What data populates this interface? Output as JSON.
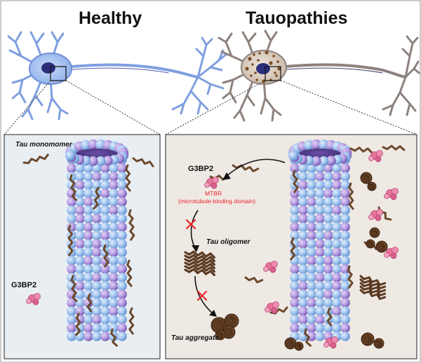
{
  "titles": {
    "healthy": "Healthy",
    "disease": "Tauopathies"
  },
  "healthy_panel": {
    "tau_monomer": "Tau monomomer",
    "g3bp2": "G3BP2"
  },
  "disease_panel": {
    "g3bp2": "G3BP2",
    "mtbr": "MTBR",
    "mtbr_full": "(microtubule-binding domain)",
    "tau_oligomer": "Tau oligomer",
    "tau_aggregate": "Tau aggregate"
  },
  "colors": {
    "healthy_neuron": "#7f9fe0",
    "healthy_neuron_fill": "#a9c1f0",
    "disease_neuron": "#9a8e8a",
    "nucleus": "#2b2f7a",
    "tau": "#6b4a2e",
    "aggregate": "#5a3a22",
    "g3bp2": "#e8729a",
    "inhibit": "#e8242a",
    "mt_purple": "#a58ad8",
    "mt_blue": "#8fb8ea",
    "panel_left_bg": "#e9eef3",
    "panel_right_bg": "#efe9e4"
  }
}
